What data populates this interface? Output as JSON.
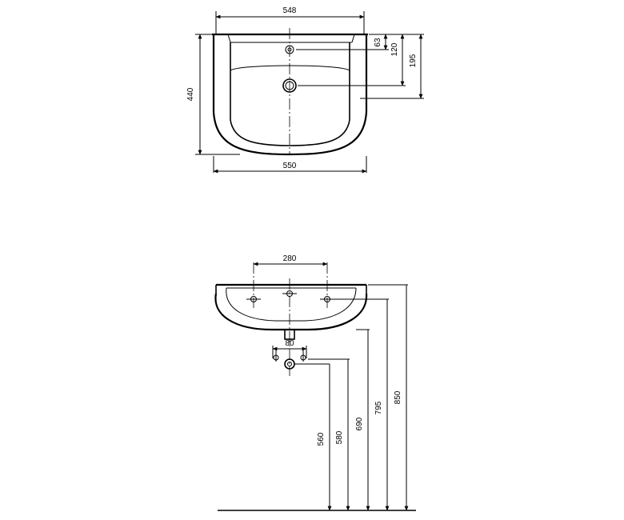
{
  "top_view": {
    "width_top": "548",
    "width_bottom": "550",
    "depth": "440",
    "tap_hole": "63",
    "drain": "120",
    "rear_depth": "195"
  },
  "front_view": {
    "hole_spacing": "280",
    "waste_width": "80",
    "height_560": "560",
    "height_580": "580",
    "height_690": "690",
    "height_795": "795",
    "height_850": "850"
  }
}
